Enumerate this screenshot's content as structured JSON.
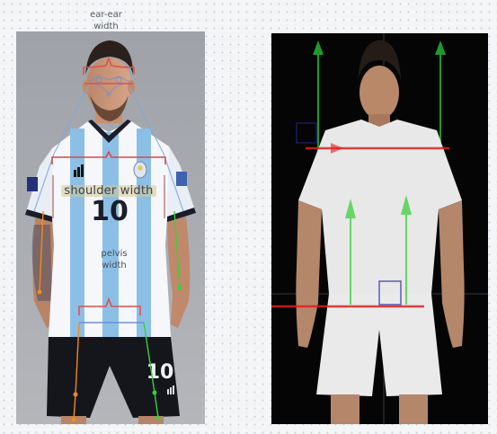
{
  "annotations": {
    "ear_ear": [
      "ear-ear",
      "width"
    ],
    "shoulder": "shoulder width",
    "pelvis": [
      "pelvis",
      "width"
    ]
  },
  "photo": {
    "jersey_number": "10",
    "shorts_number": "10"
  },
  "colors": {
    "background": "#f4f5f7",
    "photo_bg": "#a7a9ae",
    "render_bg": "#050505",
    "ear_measure": "#e05050",
    "shoulder_measure": "#d84a4a",
    "pelvis_measure": "#e05050",
    "skeleton_blue": "#7fa8d8",
    "left_leg": "#f08a1c",
    "right_leg": "#3ccf3c",
    "axis_red": "#e02020",
    "axis_green": "#2bbf2b",
    "axis_blue": "#2a2aa8"
  },
  "icons": [
    "afa-crest-icon",
    "adidas-logo-icon",
    "world-cup-patch-icon"
  ]
}
